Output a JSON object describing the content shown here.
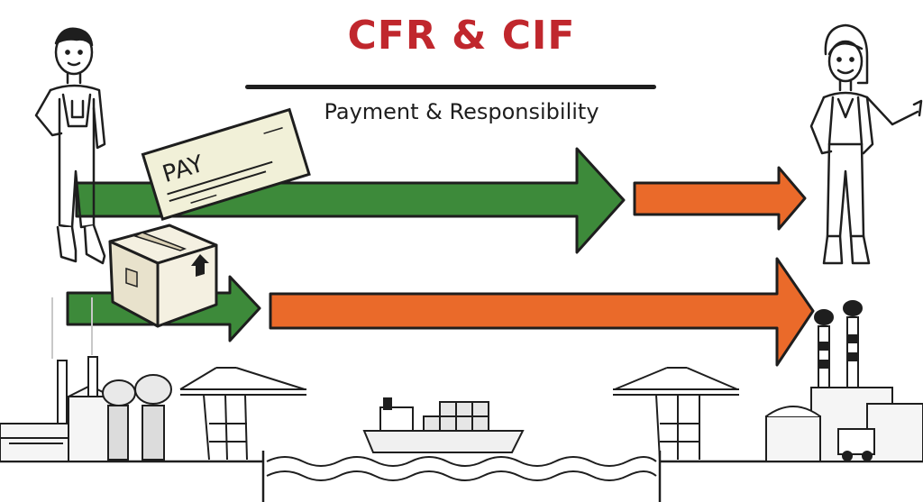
{
  "header": {
    "title": "CFR & CIF",
    "subtitle": "Payment & Responsibility"
  },
  "cheque": {
    "label": "PAY"
  },
  "colors": {
    "title": "#c0272d",
    "seller_arrow": "#3d8a3a",
    "buyer_arrow": "#ea6a2a",
    "outline": "#1e1e1e",
    "paper": "#f1f0d8",
    "box": "#f4f0e1"
  },
  "icons": {
    "seller": "seller-person-icon",
    "buyer": "buyer-person-icon",
    "cheque": "cheque-icon",
    "package": "package-box-icon",
    "origin_factory": "origin-factory-icon",
    "origin_crane": "origin-port-crane-icon",
    "ship": "cargo-ship-icon",
    "destination_crane": "destination-port-crane-icon",
    "destination_factory": "destination-factory-icon"
  }
}
